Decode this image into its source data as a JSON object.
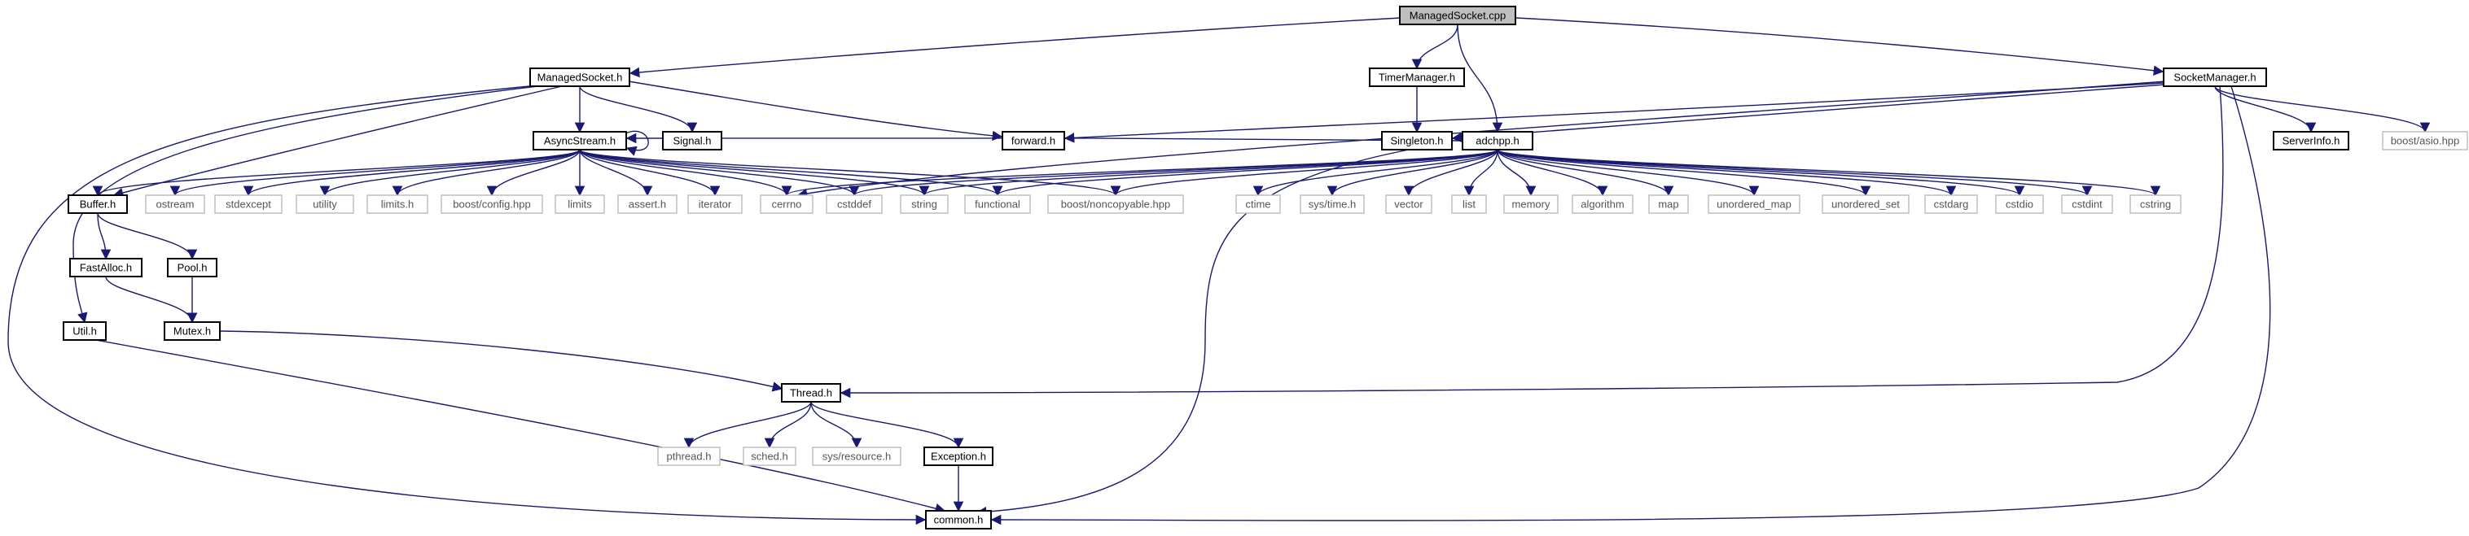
{
  "graph": {
    "edge_color": "#191970",
    "root_fill": "#bfbfbf",
    "external_border": "#bfbfbf",
    "nodes": [
      {
        "id": "ManagedSocket.cpp",
        "label": "ManagedSocket.cpp",
        "kind": "root"
      },
      {
        "id": "ManagedSocket.h",
        "label": "ManagedSocket.h",
        "kind": "local"
      },
      {
        "id": "TimerManager.h",
        "label": "TimerManager.h",
        "kind": "local"
      },
      {
        "id": "adchpp.h",
        "label": "adchpp.h",
        "kind": "local"
      },
      {
        "id": "SocketManager.h",
        "label": "SocketManager.h",
        "kind": "local"
      },
      {
        "id": "AsyncStream.h",
        "label": "AsyncStream.h",
        "kind": "local"
      },
      {
        "id": "Signal.h",
        "label": "Signal.h",
        "kind": "local"
      },
      {
        "id": "forward.h",
        "label": "forward.h",
        "kind": "local"
      },
      {
        "id": "Singleton.h",
        "label": "Singleton.h",
        "kind": "local"
      },
      {
        "id": "ServerInfo.h",
        "label": "ServerInfo.h",
        "kind": "local"
      },
      {
        "id": "boost/asio.hpp",
        "label": "boost/asio.hpp",
        "kind": "external"
      },
      {
        "id": "Buffer.h",
        "label": "Buffer.h",
        "kind": "local"
      },
      {
        "id": "ostream",
        "label": "ostream",
        "kind": "external"
      },
      {
        "id": "stdexcept",
        "label": "stdexcept",
        "kind": "external"
      },
      {
        "id": "utility",
        "label": "utility",
        "kind": "external"
      },
      {
        "id": "limits.h",
        "label": "limits.h",
        "kind": "external"
      },
      {
        "id": "boost/config.hpp",
        "label": "boost/config.hpp",
        "kind": "external"
      },
      {
        "id": "limits",
        "label": "limits",
        "kind": "external"
      },
      {
        "id": "assert.h",
        "label": "assert.h",
        "kind": "external"
      },
      {
        "id": "iterator",
        "label": "iterator",
        "kind": "external"
      },
      {
        "id": "cerrno",
        "label": "cerrno",
        "kind": "external"
      },
      {
        "id": "cstddef",
        "label": "cstddef",
        "kind": "external"
      },
      {
        "id": "string",
        "label": "string",
        "kind": "external"
      },
      {
        "id": "functional",
        "label": "functional",
        "kind": "external"
      },
      {
        "id": "boost/noncopyable.hpp",
        "label": "boost/noncopyable.hpp",
        "kind": "external"
      },
      {
        "id": "ctime",
        "label": "ctime",
        "kind": "external"
      },
      {
        "id": "sys/time.h",
        "label": "sys/time.h",
        "kind": "external"
      },
      {
        "id": "vector",
        "label": "vector",
        "kind": "external"
      },
      {
        "id": "list",
        "label": "list",
        "kind": "external"
      },
      {
        "id": "memory",
        "label": "memory",
        "kind": "external"
      },
      {
        "id": "algorithm",
        "label": "algorithm",
        "kind": "external"
      },
      {
        "id": "map",
        "label": "map",
        "kind": "external"
      },
      {
        "id": "unordered_map",
        "label": "unordered_map",
        "kind": "external"
      },
      {
        "id": "unordered_set",
        "label": "unordered_set",
        "kind": "external"
      },
      {
        "id": "cstdarg",
        "label": "cstdarg",
        "kind": "external"
      },
      {
        "id": "cstdio",
        "label": "cstdio",
        "kind": "external"
      },
      {
        "id": "cstdint",
        "label": "cstdint",
        "kind": "external"
      },
      {
        "id": "cstring",
        "label": "cstring",
        "kind": "external"
      },
      {
        "id": "FastAlloc.h",
        "label": "FastAlloc.h",
        "kind": "local"
      },
      {
        "id": "Pool.h",
        "label": "Pool.h",
        "kind": "local"
      },
      {
        "id": "Util.h",
        "label": "Util.h",
        "kind": "local"
      },
      {
        "id": "Mutex.h",
        "label": "Mutex.h",
        "kind": "local"
      },
      {
        "id": "Thread.h",
        "label": "Thread.h",
        "kind": "local"
      },
      {
        "id": "pthread.h",
        "label": "pthread.h",
        "kind": "external"
      },
      {
        "id": "sched.h",
        "label": "sched.h",
        "kind": "external"
      },
      {
        "id": "sys/resource.h",
        "label": "sys/resource.h",
        "kind": "external"
      },
      {
        "id": "Exception.h",
        "label": "Exception.h",
        "kind": "local"
      },
      {
        "id": "common.h",
        "label": "common.h",
        "kind": "local"
      }
    ],
    "edges": [
      [
        "ManagedSocket.cpp",
        "ManagedSocket.h"
      ],
      [
        "ManagedSocket.cpp",
        "TimerManager.h"
      ],
      [
        "ManagedSocket.cpp",
        "adchpp.h"
      ],
      [
        "ManagedSocket.cpp",
        "SocketManager.h"
      ],
      [
        "ManagedSocket.h",
        "AsyncStream.h"
      ],
      [
        "ManagedSocket.h",
        "Signal.h"
      ],
      [
        "ManagedSocket.h",
        "forward.h"
      ],
      [
        "ManagedSocket.h",
        "Buffer.h"
      ],
      [
        "ManagedSocket.h",
        "Util.h"
      ],
      [
        "ManagedSocket.h",
        "common.h"
      ],
      [
        "TimerManager.h",
        "Singleton.h"
      ],
      [
        "SocketManager.h",
        "forward.h"
      ],
      [
        "SocketManager.h",
        "Singleton.h"
      ],
      [
        "SocketManager.h",
        "ServerInfo.h"
      ],
      [
        "SocketManager.h",
        "boost/asio.hpp"
      ],
      [
        "SocketManager.h",
        "Thread.h"
      ],
      [
        "SocketManager.h",
        "common.h"
      ],
      [
        "SocketManager.h",
        "cerrno"
      ],
      [
        "AsyncStream.h",
        "AsyncStream.h"
      ],
      [
        "AsyncStream.h",
        "Buffer.h"
      ],
      [
        "AsyncStream.h",
        "ostream"
      ],
      [
        "AsyncStream.h",
        "stdexcept"
      ],
      [
        "AsyncStream.h",
        "utility"
      ],
      [
        "AsyncStream.h",
        "limits.h"
      ],
      [
        "AsyncStream.h",
        "boost/config.hpp"
      ],
      [
        "AsyncStream.h",
        "limits"
      ],
      [
        "AsyncStream.h",
        "assert.h"
      ],
      [
        "AsyncStream.h",
        "iterator"
      ],
      [
        "AsyncStream.h",
        "cerrno"
      ],
      [
        "AsyncStream.h",
        "cstddef"
      ],
      [
        "AsyncStream.h",
        "string"
      ],
      [
        "AsyncStream.h",
        "functional"
      ],
      [
        "AsyncStream.h",
        "boost/noncopyable.hpp"
      ],
      [
        "Singleton.h",
        "common.h"
      ],
      [
        "adchpp.h",
        "AsyncStream.h"
      ],
      [
        "adchpp.h",
        "cerrno"
      ],
      [
        "adchpp.h",
        "cstddef"
      ],
      [
        "adchpp.h",
        "string"
      ],
      [
        "adchpp.h",
        "functional"
      ],
      [
        "adchpp.h",
        "boost/noncopyable.hpp"
      ],
      [
        "adchpp.h",
        "ctime"
      ],
      [
        "adchpp.h",
        "sys/time.h"
      ],
      [
        "adchpp.h",
        "vector"
      ],
      [
        "adchpp.h",
        "list"
      ],
      [
        "adchpp.h",
        "memory"
      ],
      [
        "adchpp.h",
        "algorithm"
      ],
      [
        "adchpp.h",
        "map"
      ],
      [
        "adchpp.h",
        "unordered_map"
      ],
      [
        "adchpp.h",
        "unordered_set"
      ],
      [
        "adchpp.h",
        "cstdarg"
      ],
      [
        "adchpp.h",
        "cstdio"
      ],
      [
        "adchpp.h",
        "cstdint"
      ],
      [
        "adchpp.h",
        "cstring"
      ],
      [
        "Buffer.h",
        "FastAlloc.h"
      ],
      [
        "Buffer.h",
        "Pool.h"
      ],
      [
        "FastAlloc.h",
        "Mutex.h"
      ],
      [
        "Pool.h",
        "Mutex.h"
      ],
      [
        "Mutex.h",
        "Thread.h"
      ],
      [
        "Util.h",
        "common.h"
      ],
      [
        "Thread.h",
        "pthread.h"
      ],
      [
        "Thread.h",
        "sched.h"
      ],
      [
        "Thread.h",
        "sys/resource.h"
      ],
      [
        "Thread.h",
        "Exception.h"
      ],
      [
        "Exception.h",
        "common.h"
      ]
    ]
  }
}
